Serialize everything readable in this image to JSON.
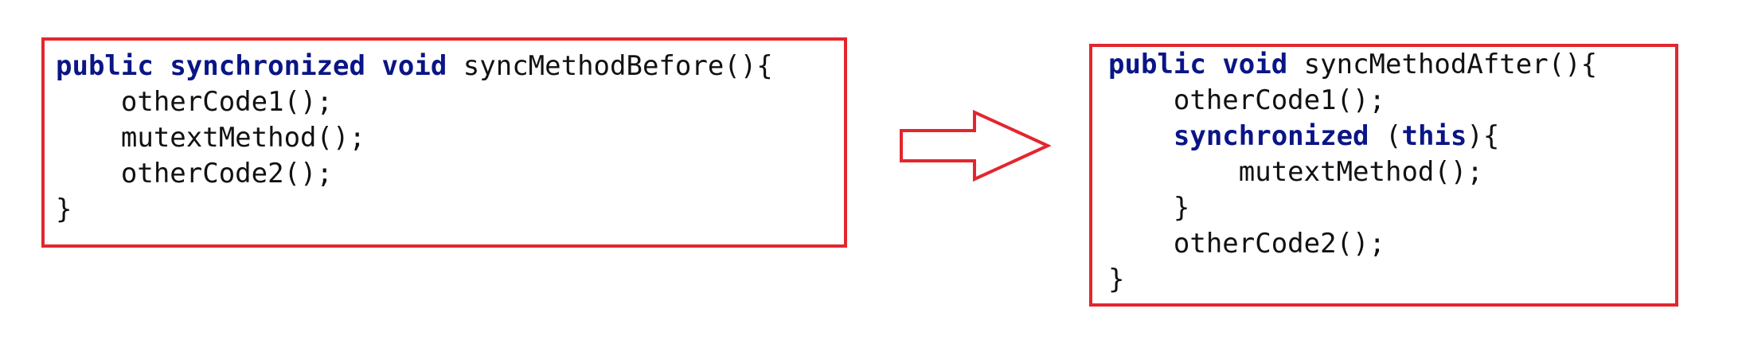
{
  "before": {
    "lines": [
      [
        {
          "t": "public",
          "kw": true
        },
        {
          "t": " "
        },
        {
          "t": "synchronized",
          "kw": true
        },
        {
          "t": " "
        },
        {
          "t": "void",
          "kw": true
        },
        {
          "t": " syncMethodBefore(){"
        }
      ],
      [
        {
          "t": "    otherCode1();"
        }
      ],
      [
        {
          "t": "    mutextMethod();"
        }
      ],
      [
        {
          "t": "    otherCode2();"
        }
      ],
      [
        {
          "t": "}"
        }
      ]
    ]
  },
  "after": {
    "lines": [
      [
        {
          "t": "public",
          "kw": true
        },
        {
          "t": " "
        },
        {
          "t": "void",
          "kw": true
        },
        {
          "t": " syncMethodAfter(){"
        }
      ],
      [
        {
          "t": "    otherCode1();"
        }
      ],
      [
        {
          "t": "    "
        },
        {
          "t": "synchronized",
          "kw": true
        },
        {
          "t": " ("
        },
        {
          "t": "this",
          "kw": true
        },
        {
          "t": "){"
        }
      ],
      [
        {
          "t": "        mutextMethod();"
        }
      ],
      [
        {
          "t": "    }"
        }
      ],
      [
        {
          "t": "    otherCode2();"
        }
      ],
      [
        {
          "t": "}"
        }
      ]
    ]
  },
  "colors": {
    "border": "#e3262e",
    "keyword": "#0a1586",
    "text": "#111111",
    "arrow_stroke": "#e3262e",
    "arrow_fill": "#ffffff"
  },
  "icons": {
    "transform_arrow": "right-arrow-icon"
  }
}
